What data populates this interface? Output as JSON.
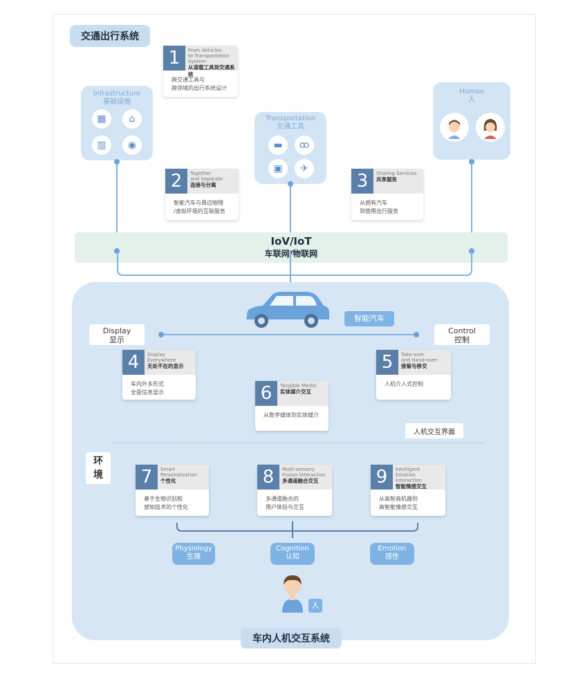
{
  "top_system_title": "交通出行系统",
  "bottom_system_title": "车内人机交互系统",
  "infrastructure": {
    "title_en": "Infrastructure",
    "title_cn": "基础设施",
    "icons": [
      "building-icon",
      "bank-icon",
      "office-icon",
      "dining-icon"
    ]
  },
  "transportation": {
    "title_en": "Transportation",
    "title_cn": "交通工具",
    "icons": [
      "bus-icon",
      "bicycle-icon",
      "train-icon",
      "airplane-icon"
    ]
  },
  "human": {
    "title_en": "Human",
    "title_cn": "人"
  },
  "iov": {
    "title_en": "IoV/IoT",
    "title_cn": "车联网/物联网"
  },
  "smart_car_label": "智能汽车",
  "display": {
    "en": "Display",
    "cn": "显示"
  },
  "control": {
    "en": "Control",
    "cn": "控制"
  },
  "hmi_label": "人机交互界面",
  "environment_label": "环境",
  "person_label": "人",
  "cards": [
    {
      "num": "1",
      "en": "From Vehicles\nto Transportation\nSystem",
      "cn": "从道载工具到交通系统",
      "body": "跨交通工具与\n跨领域的出行系统设计"
    },
    {
      "num": "2",
      "en": "Together\nand Separate",
      "cn": "连接与分离",
      "body": "智能汽车与周边物理\n/虚拟环境的互联服务"
    },
    {
      "num": "3",
      "en": "Sharing Services",
      "cn": "共享服务",
      "body": "从拥有汽车\n到使用出行服务"
    },
    {
      "num": "4",
      "en": "Display\nEverywhere",
      "cn": "无处不在的显示",
      "body": "车内外多形式\n全面信息显示"
    },
    {
      "num": "5",
      "en": "Take-over\nand Hand-over",
      "cn": "接管与移交",
      "body": "人机介入式控制"
    },
    {
      "num": "6",
      "en": "Tangible Media",
      "cn": "实体媒介交互",
      "body": "从数字媒体到实体媒介"
    },
    {
      "num": "7",
      "en": "Smart\nPersonalization",
      "cn": "个性化",
      "body": "基于生物识别和\n感知技术的个性化"
    },
    {
      "num": "8",
      "en": "Multi-sensory\nFusion Interaction",
      "cn": "多通道融合交互",
      "body": "多通道融合的\n用户体验与交互"
    },
    {
      "num": "9",
      "en": "Intelligent\nEmotion Interaction",
      "cn": "智能情感交互",
      "body": "从高智商机器到\n高智能情感交互"
    }
  ],
  "bottom_pills": [
    {
      "en": "Physiology",
      "cn": "生理"
    },
    {
      "en": "Cognition",
      "cn": "认知"
    },
    {
      "en": "Emotion",
      "cn": "感性"
    }
  ]
}
